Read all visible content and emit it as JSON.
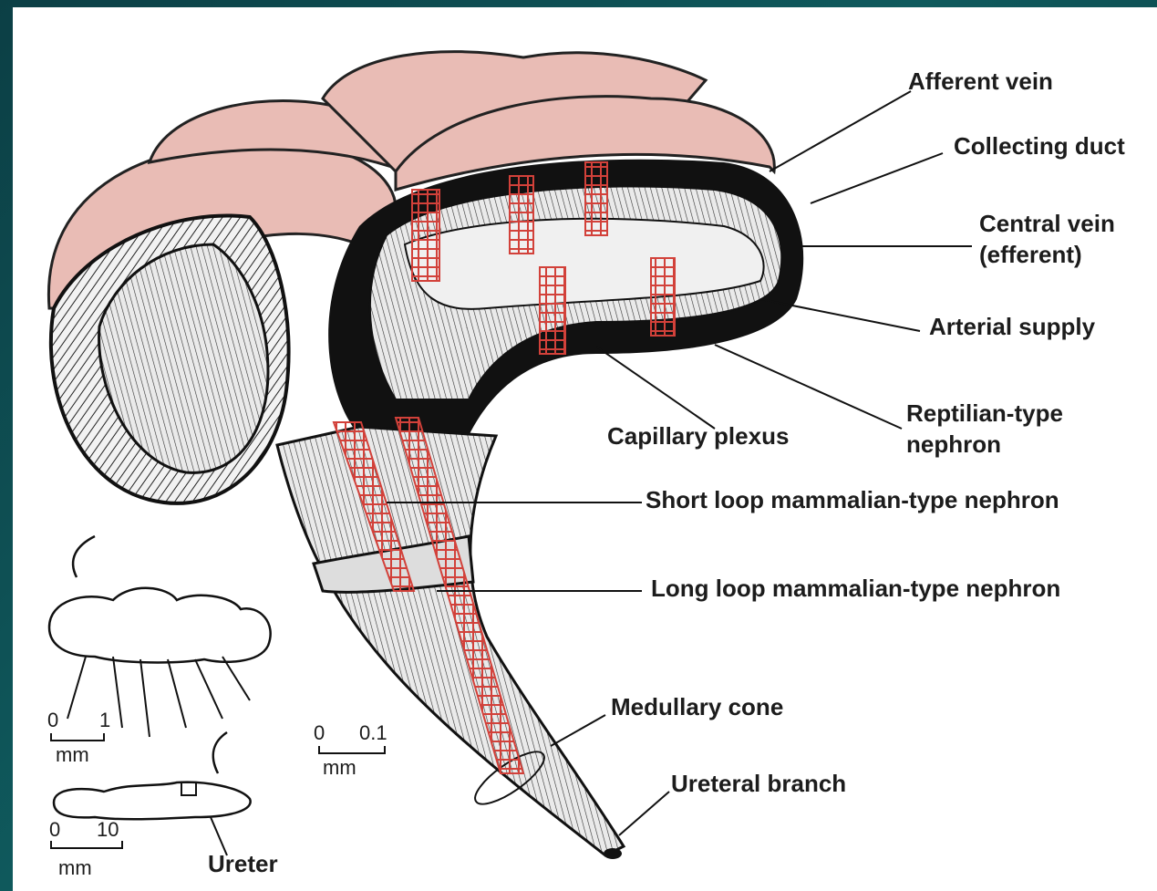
{
  "labels": {
    "afferent_vein": "Afferent vein",
    "collecting_duct": "Collecting duct",
    "central_vein_line1": "Central vein",
    "central_vein_line2": "(efferent)",
    "arterial_supply": "Arterial supply",
    "reptilian_line1": "Reptilian-type",
    "reptilian_line2": "nephron",
    "capillary_plexus": "Capillary plexus",
    "short_loop": "Short loop mammalian-type nephron",
    "long_loop": "Long loop mammalian-type nephron",
    "medullary_cone": "Medullary cone",
    "ureteral_branch": "Ureteral branch",
    "ureter": "Ureter"
  },
  "scale_bars": {
    "lobule": {
      "start": "0",
      "end": "1",
      "unit": "mm"
    },
    "kidney": {
      "start": "0",
      "end": "10",
      "unit": "mm"
    },
    "main": {
      "start": "0",
      "end": "0.1",
      "unit": "mm"
    }
  },
  "colors": {
    "cortex_pink": "#e9bcb5",
    "nephron_red": "#d2413a",
    "ink": "#1c1c1c",
    "background_teal": "#0f5a5d"
  }
}
